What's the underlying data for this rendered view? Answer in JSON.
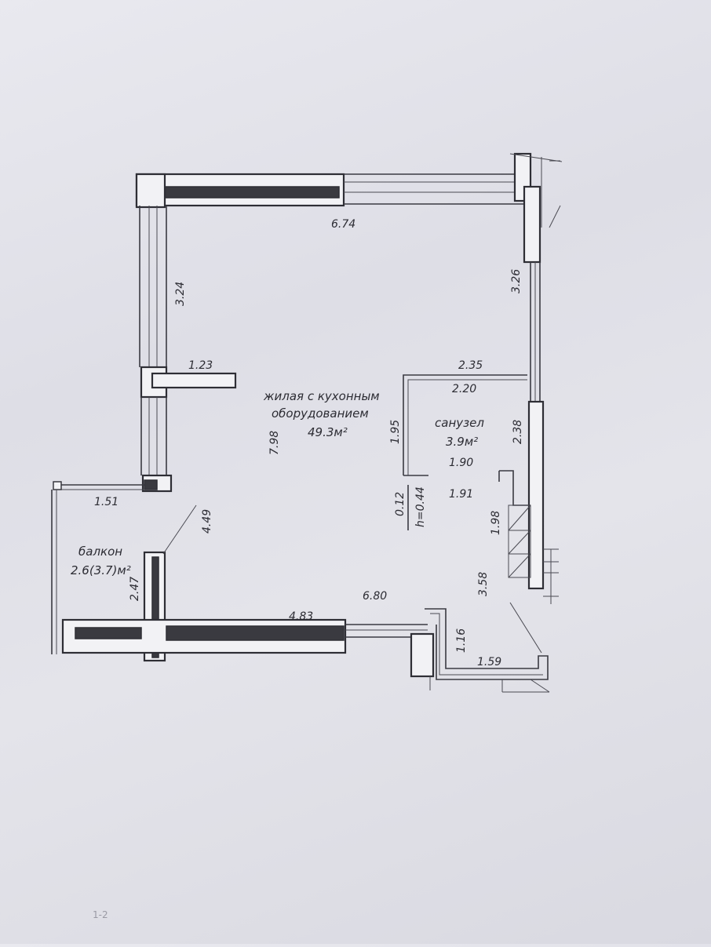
{
  "rooms": {
    "living": {
      "name_line1": "жилая с кухонным",
      "name_line2": "оборудованием",
      "area": "49.3м²"
    },
    "bathroom": {
      "name": "санузел",
      "area": "3.9м²"
    },
    "balcony": {
      "name": "балкон",
      "area": "2.6(3.7)м²"
    }
  },
  "dimensions": {
    "top_wall": "6.74",
    "left_upper": "3.24",
    "right_upper": "3.26",
    "partition": "1.23",
    "living_height": "7.98",
    "bath_top_outer": "2.35",
    "bath_top_inner": "2.20",
    "bath_left": "1.95",
    "bath_right": "2.38",
    "bath_bottom": "1.90",
    "balcony_top": "1.51",
    "balcony_left": "2.47",
    "leader": "4.49",
    "ledge_1": "0.12",
    "ledge_2": "h=0.44",
    "lower_right_1": "1.91",
    "lower_right_2": "1.98",
    "corner_diag": "3.58",
    "bottom_overall": "6.80",
    "bottom_wall": "4.83",
    "entry_1": "1.16",
    "entry_2": "1.59"
  },
  "footer": {
    "mark": "1-2"
  }
}
